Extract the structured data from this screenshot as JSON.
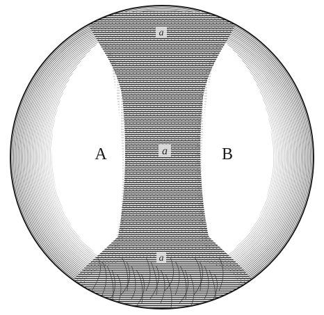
{
  "figure": {
    "labels": {
      "left_region": "A",
      "right_region": "B",
      "top_mark": "a",
      "center_mark": "a",
      "bottom_mark": "a"
    },
    "colors": {
      "ink": "#1a1a1a",
      "paper": "#ffffff",
      "shade": "#3a3a3a"
    }
  }
}
